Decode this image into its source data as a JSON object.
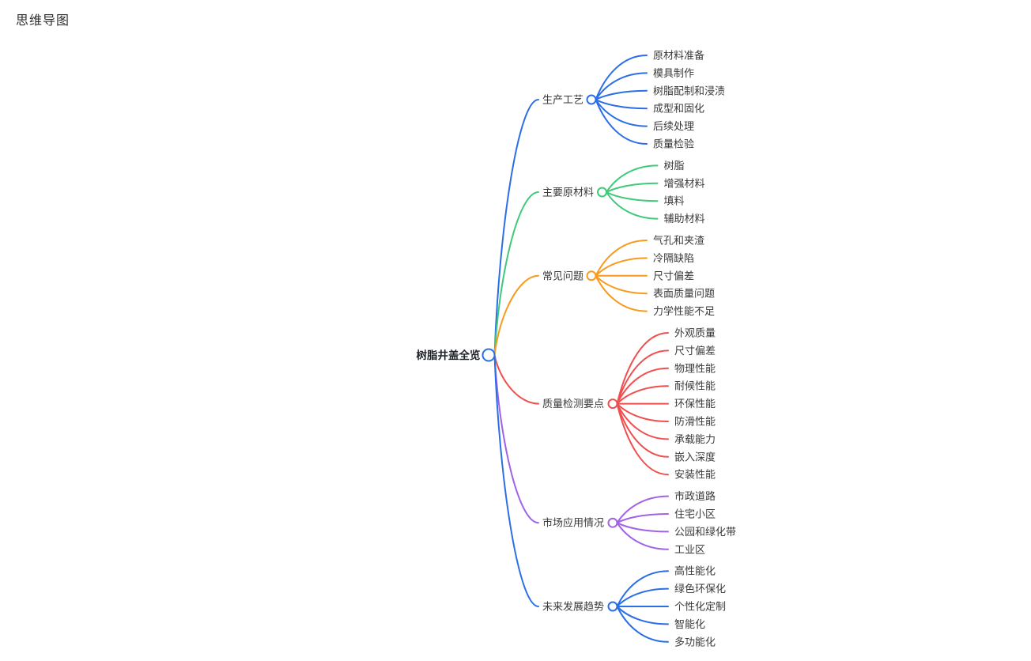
{
  "page": {
    "title": "思维导图"
  },
  "mindmap": {
    "type": "mindmap",
    "root": {
      "label": "树脂井盖全览",
      "color": "#2b6fe6"
    },
    "branches": [
      {
        "label": "生产工艺",
        "color": "#2b6fe6",
        "children": [
          "原材料准备",
          "模具制作",
          "树脂配制和浸渍",
          "成型和固化",
          "后续处理",
          "质量检验"
        ]
      },
      {
        "label": "主要原材料",
        "color": "#3fca79",
        "children": [
          "树脂",
          "增强材料",
          "填料",
          "辅助材料"
        ]
      },
      {
        "label": "常见问题",
        "color": "#f79b1e",
        "children": [
          "气孔和夹渣",
          "冷隔缺陷",
          "尺寸偏差",
          "表面质量问题",
          "力学性能不足"
        ]
      },
      {
        "label": "质量检测要点",
        "color": "#f04f4f",
        "children": [
          "外观质量",
          "尺寸偏差",
          "物理性能",
          "耐候性能",
          "环保性能",
          "防滑性能",
          "承载能力",
          "嵌入深度",
          "安装性能"
        ]
      },
      {
        "label": "市场应用情况",
        "color": "#a062e6",
        "children": [
          "市政道路",
          "住宅小区",
          "公园和绿化带",
          "工业区"
        ]
      },
      {
        "label": "未来发展趋势",
        "color": "#2b6fe6",
        "children": [
          "高性能化",
          "绿色环保化",
          "个性化定制",
          "智能化",
          "多功能化"
        ]
      }
    ]
  }
}
